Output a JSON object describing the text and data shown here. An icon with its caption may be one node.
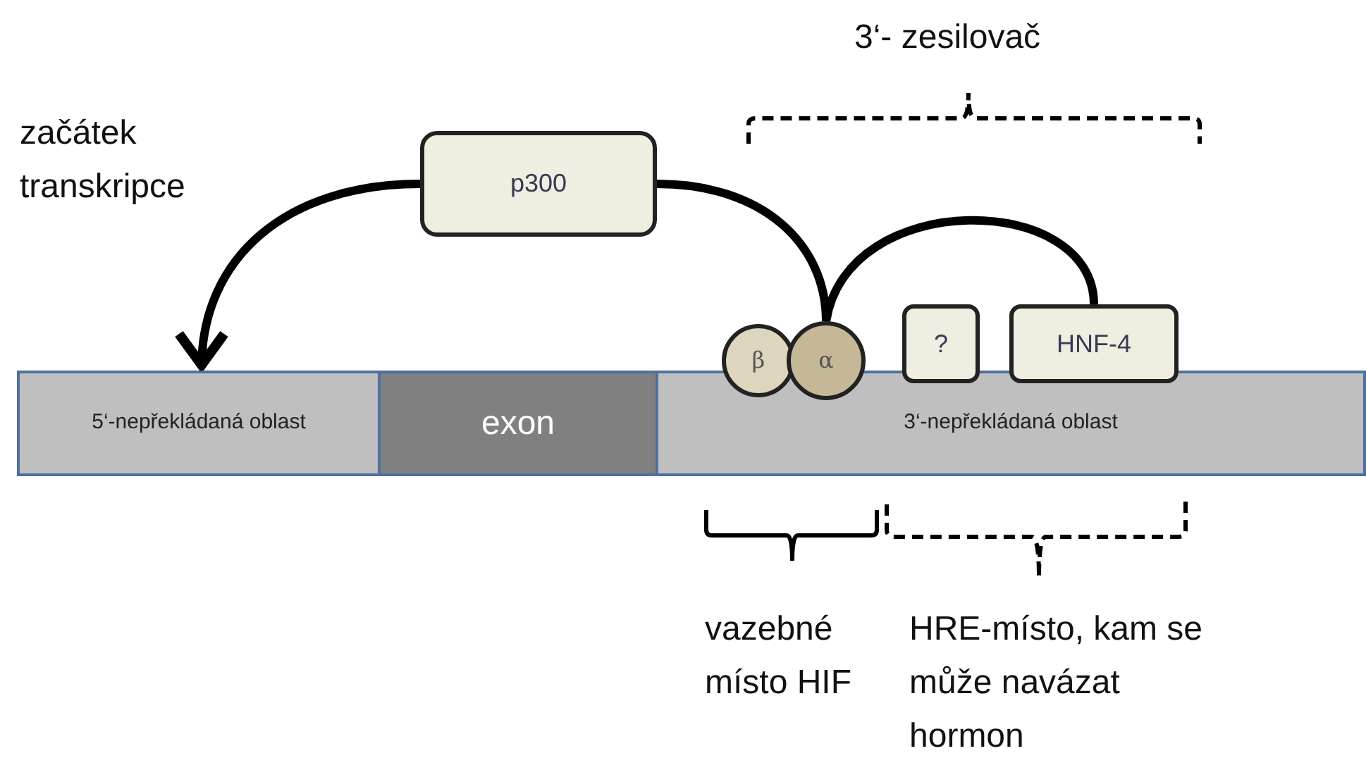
{
  "diagram": {
    "nodes": [
      {
        "text": [
          "5‘-nepřekládaná oblast"
        ]
      },
      {
        "text": [
          "exon"
        ]
      },
      {
        "text": [
          "3‘-nepřekládaná oblast"
        ]
      },
      {
        "text": [
          "p300"
        ]
      },
      {
        "text": [
          "β"
        ]
      },
      {
        "text": [
          "α"
        ]
      },
      {
        "text": [
          "?"
        ]
      },
      {
        "text": [
          "HNF-4"
        ]
      }
    ],
    "edges": [
      {
        "from": 3,
        "to": 0,
        "arrow": "to"
      },
      {
        "from": 3,
        "to": 5,
        "arrow": "none"
      },
      {
        "from": 5,
        "to": 7,
        "arrow": "none"
      }
    ],
    "labels": [
      "začátek transkripce",
      "3‘- zesilovač",
      "vazebné místo HIF",
      "HRE-místo, kam se může navázat hormon"
    ]
  }
}
